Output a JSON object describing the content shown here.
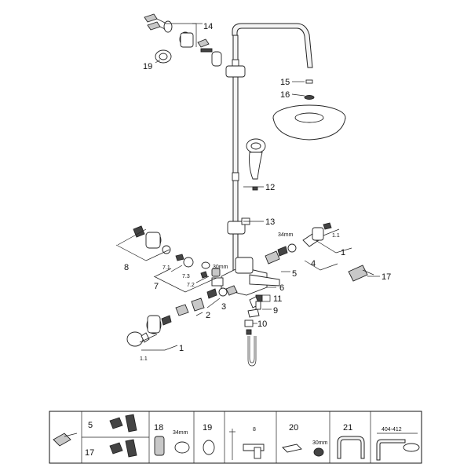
{
  "callouts": {
    "c1": "1",
    "c1_1": "1.1",
    "c1b": "1",
    "c1_1b": "1.1",
    "c2": "2",
    "c3": "3",
    "c4": "4",
    "c5": "5",
    "c6": "6",
    "c7": "7",
    "c7_1": "7.1",
    "c7_2": "7.2",
    "c7_3": "7.3",
    "c8": "8",
    "c9": "9",
    "c10": "10",
    "c11": "11",
    "c12": "12",
    "c13": "13",
    "c14": "14",
    "c15": "15",
    "c16": "16",
    "c17": "17",
    "c19": "19"
  },
  "dimensions": {
    "wrench_34": "34mm",
    "wrench_30": "30mm"
  },
  "legend": {
    "cell_5": "5",
    "cell_17": "17",
    "cell_18": "18",
    "cell_18_dim": "34mm",
    "cell_19": "19",
    "cell_8_dim": "8",
    "cell_20": "20",
    "cell_20_dim": "30mm",
    "cell_21": "21",
    "cell_range": "404-412"
  }
}
